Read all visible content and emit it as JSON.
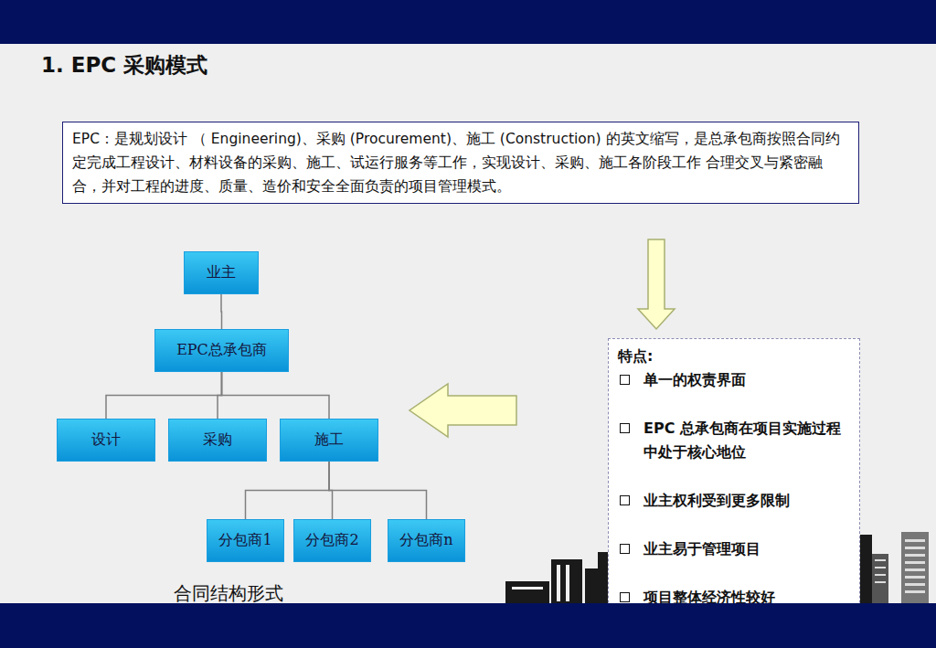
{
  "diagram": {
    "title": "1. EPC 采购模式",
    "caption": "合同结构形式",
    "nodes": [
      {
        "text": [
          "EPC：是规划设计 （ Engineering)、采购 (Procurement)、施工 (Construction) 的英文缩写，是总承包商按照合同约定完成工程设计、材料设备的采购、施工、试运行服务等工作，实现设计、采购、施工各阶段工作 合理交叉与紧密融合，并对工程的进度、质量、造价和安全全面负责的项目管理模式。"
        ]
      },
      {
        "text": [
          "业主"
        ]
      },
      {
        "text": [
          "EPC总承包商"
        ]
      },
      {
        "text": [
          "设计"
        ]
      },
      {
        "text": [
          "采购"
        ]
      },
      {
        "text": [
          "施工"
        ]
      },
      {
        "text": [
          "分包商1"
        ]
      },
      {
        "text": [
          "分包商2"
        ]
      },
      {
        "text": [
          "分包商n"
        ]
      },
      {
        "text": [
          "特点:",
          "单一的权责界面",
          "EPC 总承包商在项目实施过程中处于核心地位",
          "业主权利受到更多限制",
          "业主易于管理项目",
          "项目整体经济性较好"
        ]
      }
    ],
    "edges": [
      {
        "from": 0,
        "to": 9,
        "arrow": "to"
      },
      {
        "from": 1,
        "to": 2,
        "arrow": "none"
      },
      {
        "from": 2,
        "to": 3,
        "arrow": "none"
      },
      {
        "from": 2,
        "to": 4,
        "arrow": "none"
      },
      {
        "from": 2,
        "to": 5,
        "arrow": "none"
      },
      {
        "from": 5,
        "to": 6,
        "arrow": "none"
      },
      {
        "from": 5,
        "to": 7,
        "arrow": "none"
      },
      {
        "from": 5,
        "to": 8,
        "arrow": "none"
      }
    ]
  }
}
